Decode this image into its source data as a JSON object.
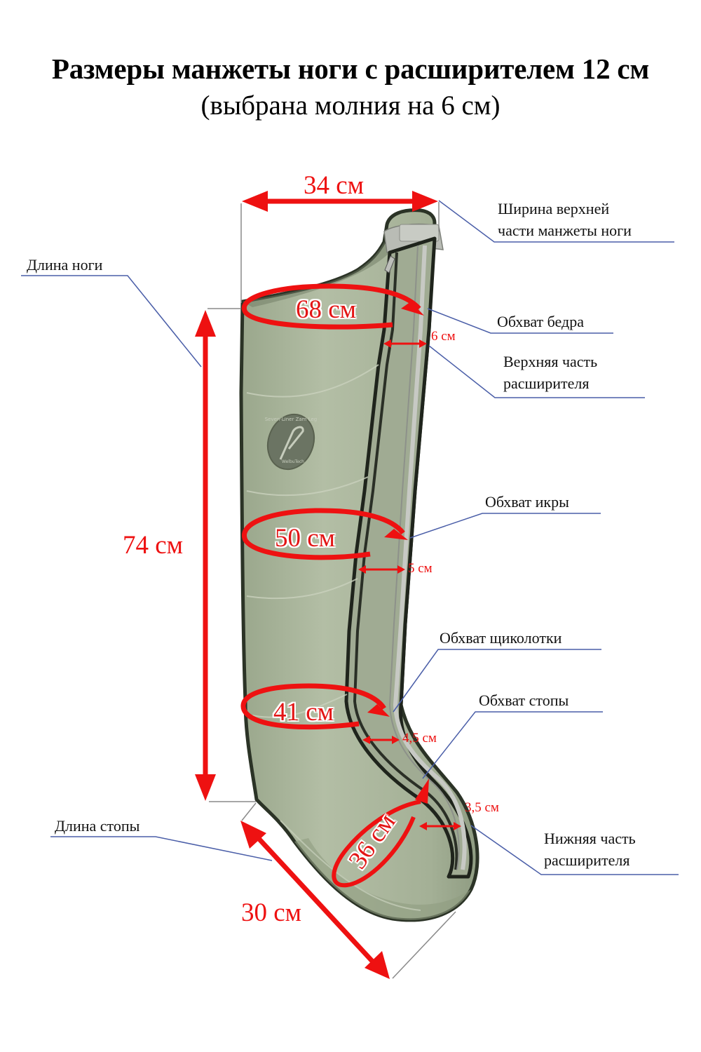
{
  "header": {
    "title": "Размеры манжеты ноги с расширителем 12 см",
    "subtitle": "(выбрана молния на 6 см)"
  },
  "colors": {
    "dimension_red": "#ee1111",
    "leader_blue": "#4a5ea8",
    "extension_gray": "#8a8a8a",
    "fabric_green": "#a9b59c",
    "piping_dark": "#2b3326"
  },
  "dimensions": {
    "top_width": "34 см",
    "leg_length": "74 см",
    "foot_length": "30 см",
    "thigh_girth": "68 см",
    "calf_girth": "50 см",
    "ankle_girth": "41 см",
    "foot_girth": "36 см",
    "expander_thigh": "6 см",
    "expander_calf": "5 см",
    "expander_ankle": "4,5 см",
    "expander_foot": "3,5 см"
  },
  "callouts": {
    "top_width": {
      "line1": "Ширина верхней",
      "line2": "части манжеты ноги"
    },
    "leg_length": "Длина ноги",
    "thigh_girth": "Обхват бедра",
    "upper_expander": {
      "line1": "Верхняя часть",
      "line2": "расширителя"
    },
    "calf_girth": "Обхват икры",
    "ankle_girth": "Обхват щиколотки",
    "foot_girth": "Обхват стопы",
    "foot_length": "Длина стопы",
    "lower_expander": {
      "line1": "Нижняя часть",
      "line2": "расширителя"
    }
  },
  "logo": {
    "text": "Seven-Liner Zam Leg",
    "subtext": "WelbuTech"
  }
}
